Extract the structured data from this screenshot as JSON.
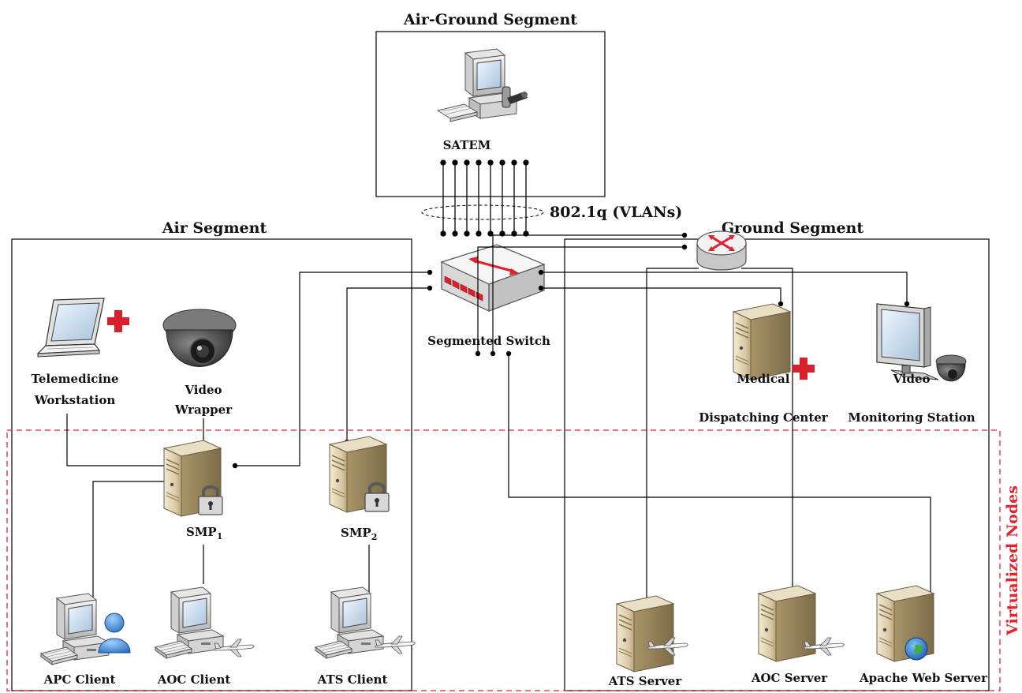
{
  "segments": {
    "air_ground": "Air-Ground Segment",
    "air": "Air Segment",
    "ground": "Ground Segment",
    "virtualized": "Virtualized Nodes"
  },
  "links": {
    "vlan": "802.1q (VLANs)"
  },
  "nodes": {
    "satem": "SATEM",
    "switch": "Segmented Switch",
    "telemedicine_1": "Telemedicine",
    "telemedicine_2": "Workstation",
    "video_wrapper_1": "Video",
    "video_wrapper_2": "Wrapper",
    "medical_1": "Medical",
    "medical_2": "Dispatching Center",
    "video_monitor_1": "Video",
    "video_monitor_2": "Monitoring Station",
    "smp1_base": "SMP",
    "smp1_sub": "1",
    "smp2_base": "SMP",
    "smp2_sub": "2",
    "apc_client": "APC Client",
    "aoc_client": "AOC Client",
    "ats_client": "ATS Client",
    "ats_server": "ATS Server",
    "aoc_server": "AOC Server",
    "apache_server": "Apache Web Server"
  },
  "colors": {
    "virtualized_border": "#e8222a",
    "medical_cross": "#d9202a",
    "switch_red": "#e0202a"
  }
}
